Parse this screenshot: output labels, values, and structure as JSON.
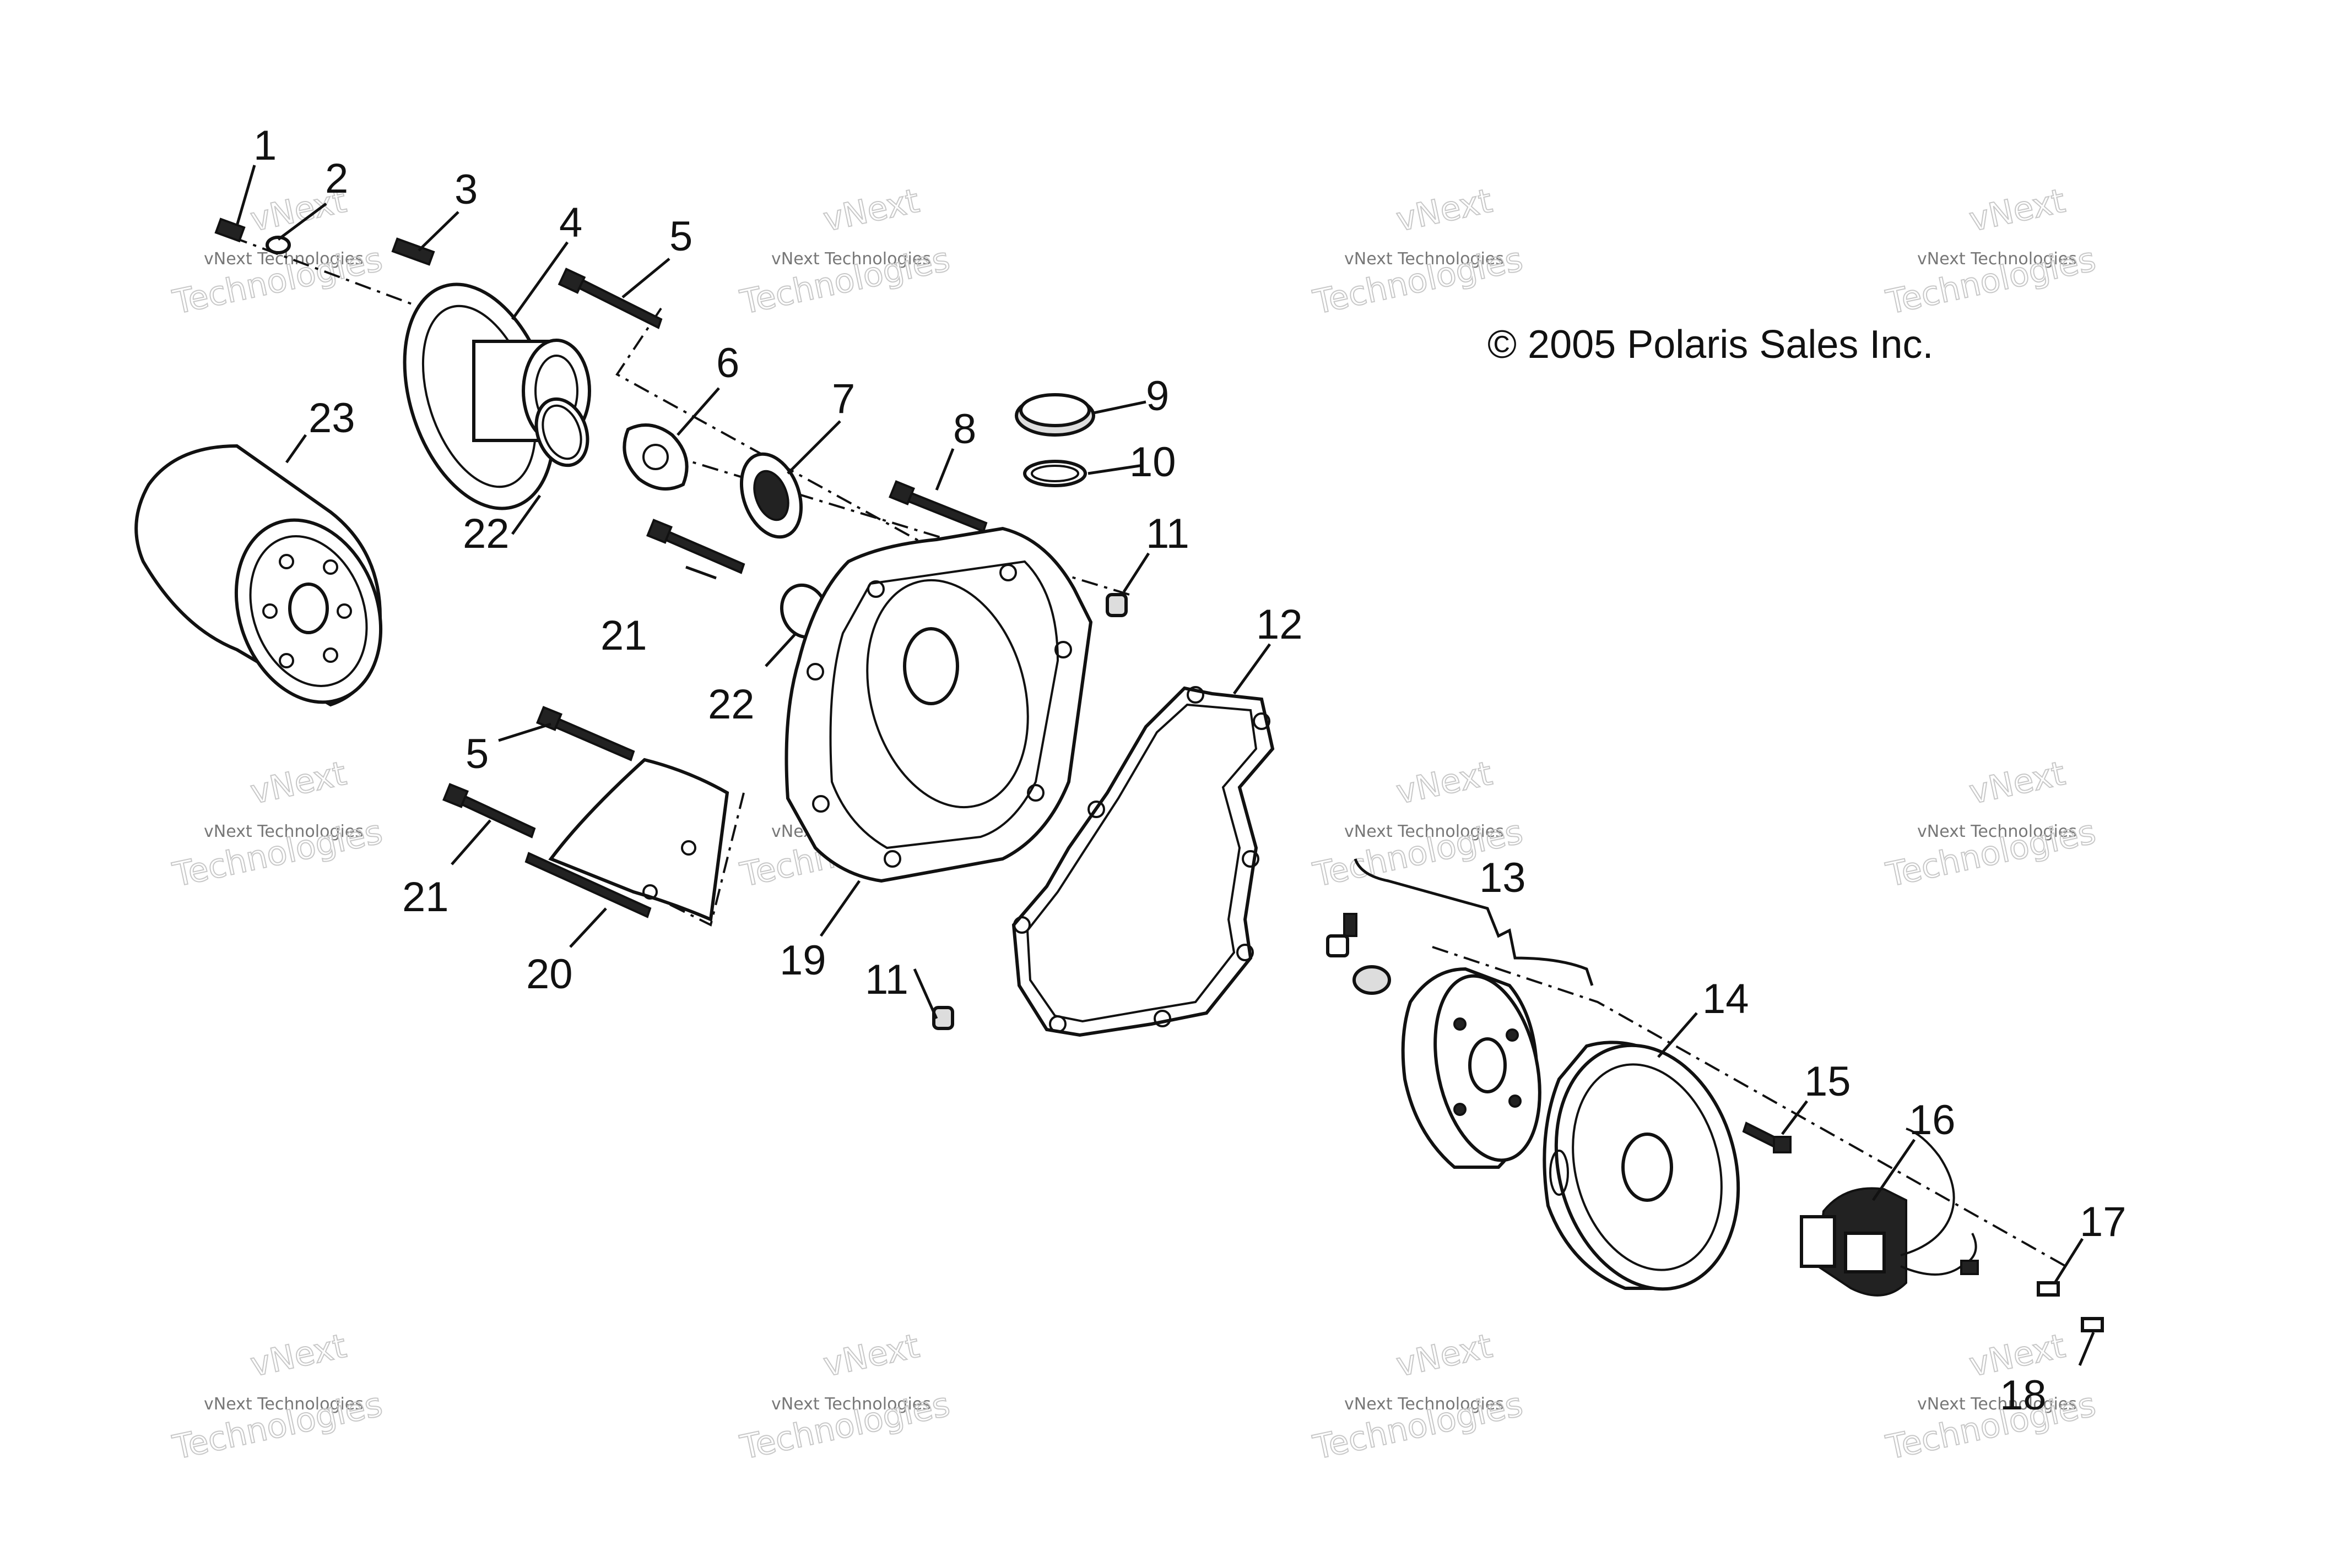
{
  "copyright": "© 2005 Polaris Sales Inc.",
  "watermark": {
    "line1": "vNext Technologies",
    "line2": "Technologies",
    "line3": "vNext"
  },
  "callouts": {
    "c1": "1",
    "c2": "2",
    "c3": "3",
    "c4": "4",
    "c5a": "5",
    "c5b": "5",
    "c6": "6",
    "c7": "7",
    "c8": "8",
    "c9": "9",
    "c10": "10",
    "c11a": "11",
    "c11b": "11",
    "c12": "12",
    "c13": "13",
    "c14": "14",
    "c15": "15",
    "c16": "16",
    "c17": "17",
    "c18": "18",
    "c19": "19",
    "c20": "20",
    "c21a": "21",
    "c21b": "21",
    "c22a": "22",
    "c22b": "22",
    "c23": "23"
  }
}
